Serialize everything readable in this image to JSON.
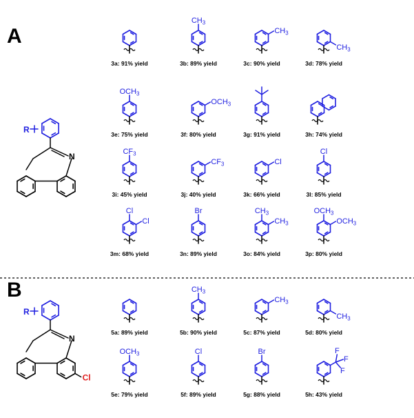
{
  "colors": {
    "substituent": "#1f1fe0",
    "bond": "#000000",
    "chloro": "#e02020"
  },
  "panels": [
    {
      "letter": "A",
      "core_r_label": "R",
      "core_n_label": "N",
      "core_cl_label": "",
      "items": [
        {
          "label": "3a: 91% yield",
          "sub": "none"
        },
        {
          "label": "3b: 89% yield",
          "sub": "p-CH3",
          "text": "CH3"
        },
        {
          "label": "3c: 90% yield",
          "sub": "m-CH3",
          "text": "CH3"
        },
        {
          "label": "3d: 78% yield",
          "sub": "o-CH3",
          "text": "CH3"
        },
        {
          "label": "3e: 75% yield",
          "sub": "p-OCH3",
          "text": "OCH3"
        },
        {
          "label": "3f: 80% yield",
          "sub": "m-OCH3",
          "text": "OCH3"
        },
        {
          "label": "3g: 91% yield",
          "sub": "p-tBu"
        },
        {
          "label": "3h: 74% yield",
          "sub": "naphthyl"
        },
        {
          "label": "3i: 45% yield",
          "sub": "p-CF3",
          "text": "CF3"
        },
        {
          "label": "3j: 40% yield",
          "sub": "m-CF3",
          "text": "CF3"
        },
        {
          "label": "3k: 66% yield",
          "sub": "m-Cl",
          "text": "Cl"
        },
        {
          "label": "3l: 85% yield",
          "sub": "p-Cl",
          "text": "Cl"
        },
        {
          "label": "3m: 68% yield",
          "sub": "3,4-diCl",
          "text": "Cl"
        },
        {
          "label": "3n: 89% yield",
          "sub": "p-Br",
          "text": "Br"
        },
        {
          "label": "3o: 84% yield",
          "sub": "3,4-diCH3",
          "text": "CH3"
        },
        {
          "label": "3p: 80% yield",
          "sub": "3,4-diOCH3",
          "text": "OCH3"
        }
      ]
    },
    {
      "letter": "B",
      "core_r_label": "R",
      "core_n_label": "N",
      "core_cl_label": "Cl",
      "items": [
        {
          "label": "5a: 89% yield",
          "sub": "none"
        },
        {
          "label": "5b: 90% yield",
          "sub": "p-CH3",
          "text": "CH3"
        },
        {
          "label": "5c: 87% yield",
          "sub": "m-CH3",
          "text": "CH3"
        },
        {
          "label": "5d: 80% yield",
          "sub": "o-CH3",
          "text": "CH3"
        },
        {
          "label": "5e: 79% yield",
          "sub": "p-OCH3",
          "text": "OCH3"
        },
        {
          "label": "5f: 89% yield",
          "sub": "p-Cl",
          "text": "Cl"
        },
        {
          "label": "5g: 88% yield",
          "sub": "p-Br",
          "text": "Br"
        },
        {
          "label": "5h: 43% yield",
          "sub": "m-CF3-explicit",
          "text": "F"
        }
      ]
    }
  ]
}
